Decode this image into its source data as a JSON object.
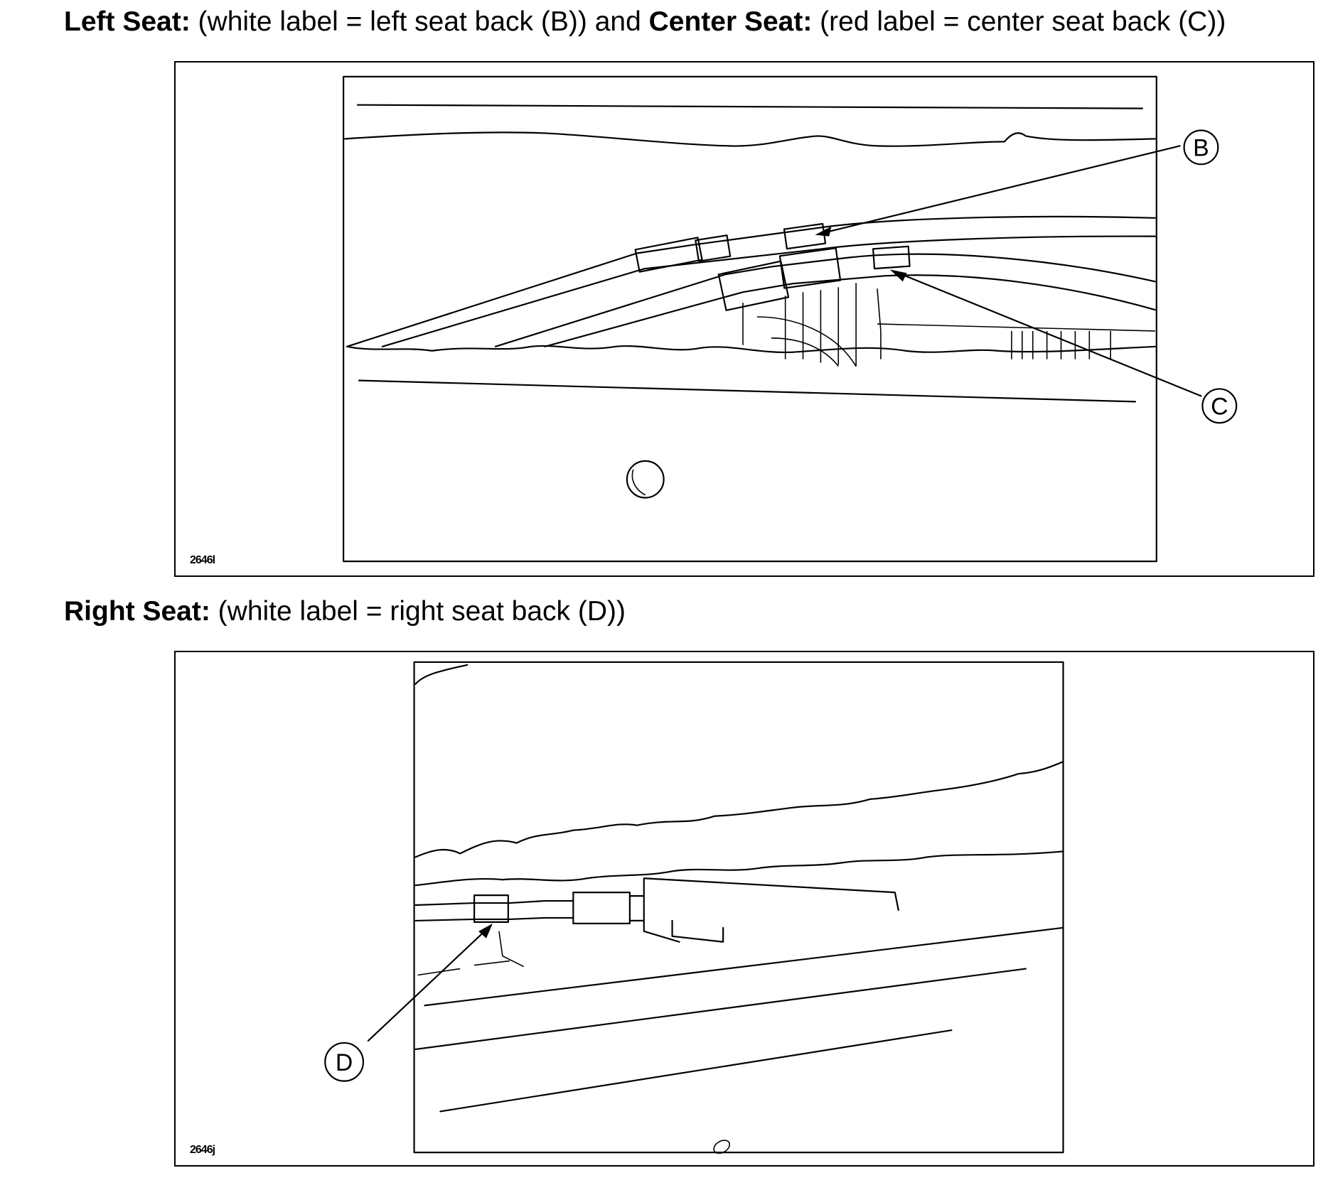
{
  "captions": {
    "left_center": {
      "bold1": "Left Seat:",
      "text1": " (white label = left seat back (B)) and ",
      "bold2": "Center Seat:",
      "text2": " (red label = center seat back (C))"
    },
    "right": {
      "bold1": "Right Seat:",
      "text1": " (white label = right seat back (D))"
    }
  },
  "figures": {
    "top": {
      "id": "2646l",
      "callouts": [
        "B",
        "C"
      ]
    },
    "bottom": {
      "id": "2646j",
      "callouts": [
        "D"
      ]
    }
  }
}
